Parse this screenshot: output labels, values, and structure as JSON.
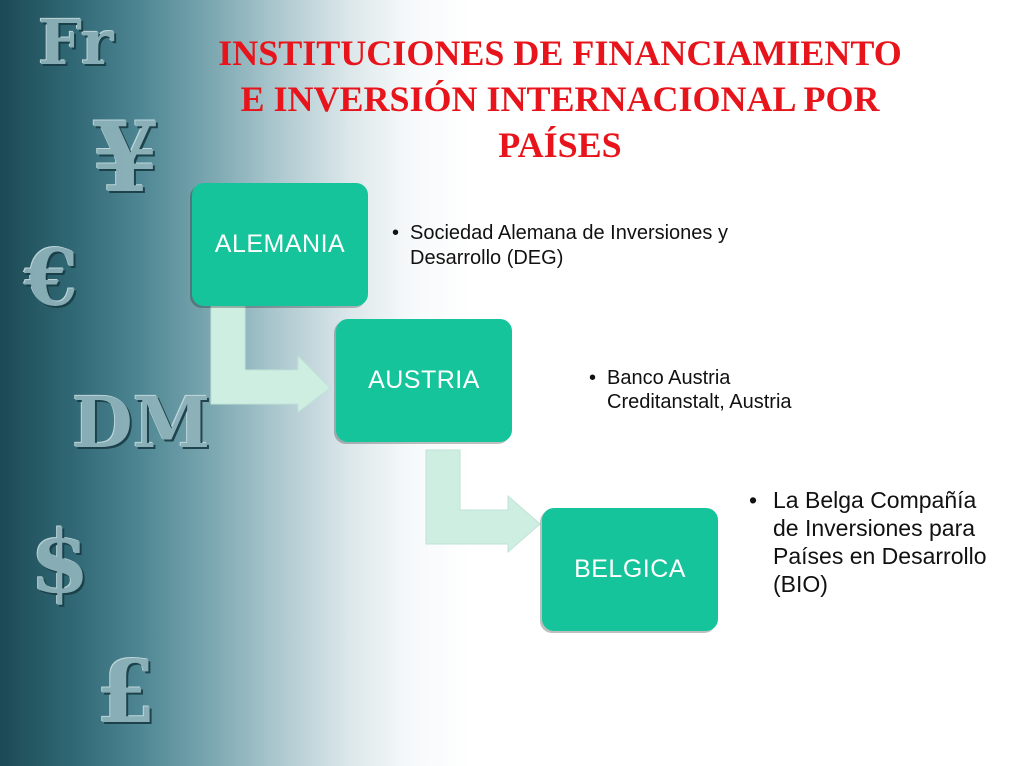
{
  "title": {
    "line1": "INSTITUCIONES DE FINANCIAMIENTO",
    "line2": "E INVERSIÓN INTERNACIONAL POR",
    "line3": "PAÍSES"
  },
  "background_symbols": [
    "Fr",
    "¥",
    "€",
    "DM",
    "$",
    "£"
  ],
  "countries": [
    {
      "name": "ALEMANIA",
      "institution": "Sociedad Alemana de Inversiones y Desarrollo (DEG)"
    },
    {
      "name": "AUSTRIA",
      "institution": "Banco Austria Creditanstalt, Austria"
    },
    {
      "name": "BELGICA",
      "institution": "La Belga Compañía de Inversiones para Países en Desarrollo (BIO)"
    }
  ],
  "colors": {
    "title": "#e8141b",
    "box_fill": "#15c49a",
    "arrow_fill": "#cfeee2",
    "background_dark": "#1c4a55"
  }
}
